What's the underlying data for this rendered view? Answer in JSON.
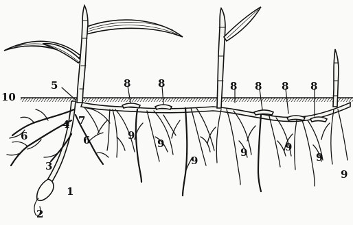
{
  "figure": {
    "labels": {
      "n1": "1",
      "n2": "2",
      "n3": "3",
      "n4": "4",
      "n5": "5",
      "n6a": "6",
      "n6b": "6",
      "n7": "7",
      "n8a": "8",
      "n8b": "8",
      "n8c": "8",
      "n8d": "8",
      "n8e": "8",
      "n8f": "8",
      "n9a": "9",
      "n9b": "9",
      "n9c": "9",
      "n9d": "9",
      "n9e": "9",
      "n9f": "9",
      "n9g": "9",
      "n10": "10"
    }
  }
}
